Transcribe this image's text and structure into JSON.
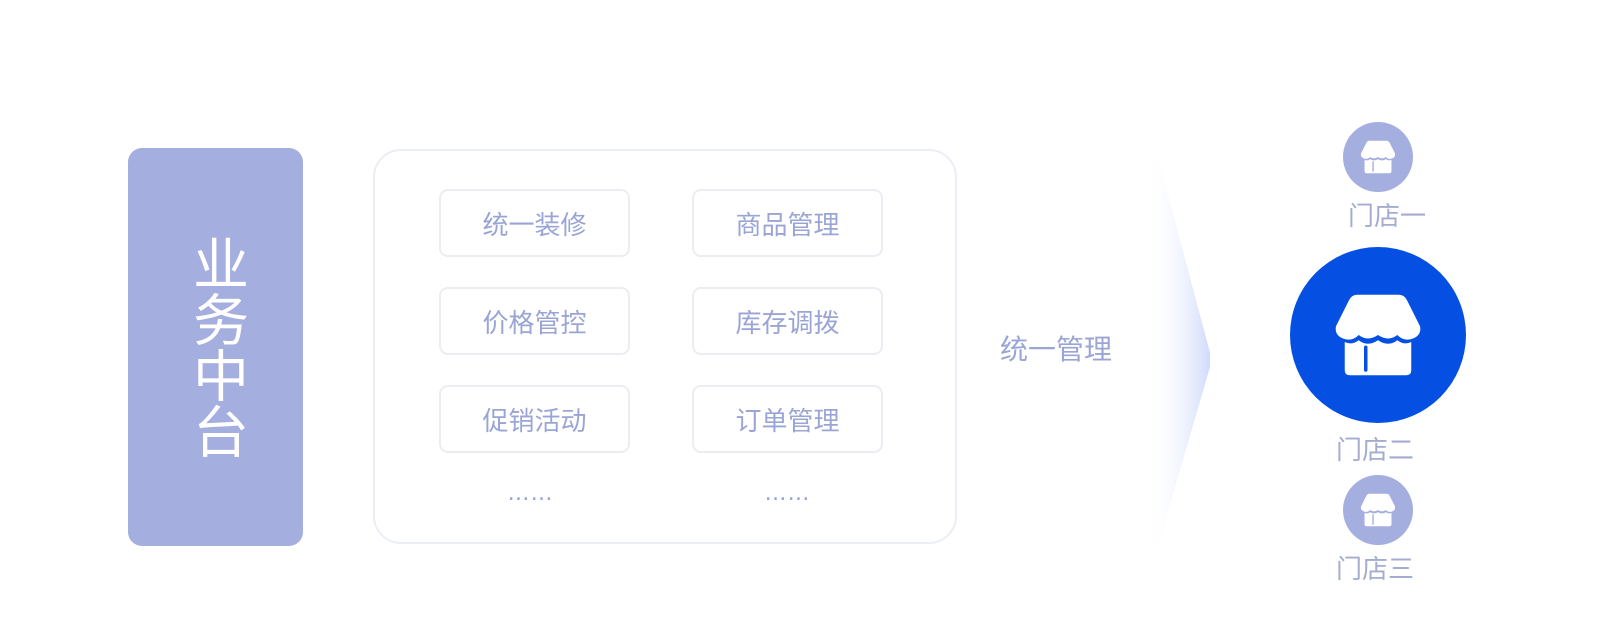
{
  "platform": {
    "title": "业务中台"
  },
  "modules": [
    {
      "label": "统一装修"
    },
    {
      "label": "商品管理"
    },
    {
      "label": "价格管控"
    },
    {
      "label": "库存调拨"
    },
    {
      "label": "促销活动"
    },
    {
      "label": "订单管理"
    }
  ],
  "more": [
    "……",
    "……"
  ],
  "connector": {
    "label": "统一管理"
  },
  "stores": [
    {
      "label": "门店一",
      "icon": "store-icon"
    },
    {
      "label": "门店二",
      "icon": "store-icon"
    },
    {
      "label": "门店三",
      "icon": "store-icon"
    }
  ],
  "colors": {
    "platform": "#a5afdf",
    "primary": "#0550e3",
    "text_muted": "#9aa5d6",
    "border": "#ebedf3",
    "background": "#ffffff"
  }
}
